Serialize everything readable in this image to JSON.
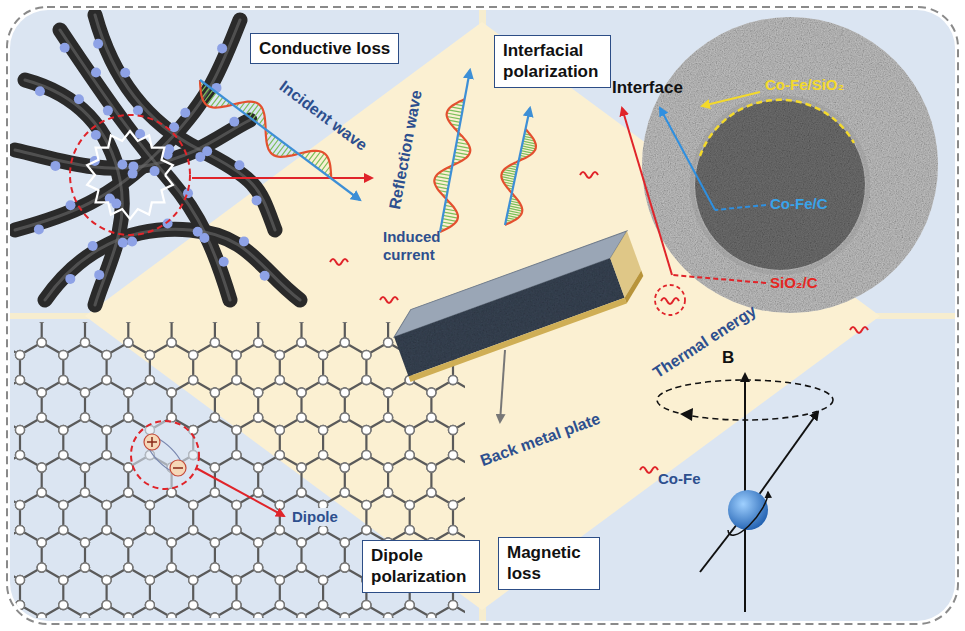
{
  "diagram": {
    "nodes": [
      {
        "text": [
          "Conductive loss"
        ]
      },
      {
        "text": [
          "Interfacial polarization"
        ]
      },
      {
        "text": [
          "Dipole polarization"
        ]
      },
      {
        "text": [
          "Magnetic loss"
        ]
      }
    ],
    "labels": [
      "Induced current",
      "Interface",
      "Co-Fe/SiO₂",
      "Co-Fe/C",
      "SiO₂/C",
      "Reflection wave",
      "Incident wave",
      "Thermal energy",
      "Back metal plate",
      "Dipole",
      "B",
      "Co-Fe"
    ]
  }
}
